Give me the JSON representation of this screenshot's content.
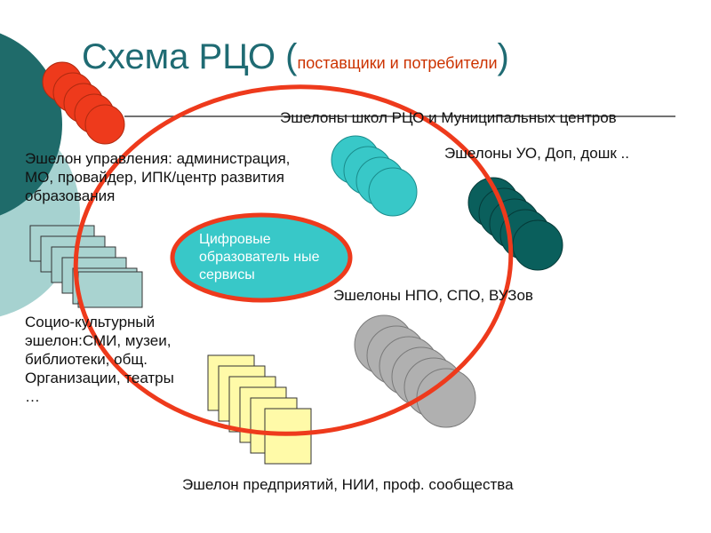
{
  "slide": {
    "title_main": "Схема РЦО (",
    "title_sub": "поставщики и потребители",
    "title_end": ")",
    "center_label": "Цифровые образователь ные сервисы",
    "labels": {
      "schools": "Эшелоны школ РЦО и Муниципальных центров",
      "uo": "Эшелоны  УО, Доп, дошк ..",
      "management": "Эшелон управления: администрация, МО, провайдер, ИПК/центр развития образования",
      "npo": "Эшелоны НПО, СПО, ВУЗов",
      "socio": "Социо-культурный эшелон:СМИ, музеи, библиотеки, общ. Организации, театры …",
      "enterprises": "Эшелон предприятий, НИИ, проф. сообщества"
    }
  },
  "colors": {
    "red": "#ee3a1c",
    "cyan": "#38c8c8",
    "teal": "#0a5f5c",
    "gray": "#b0b0b0",
    "light_teal": "#a9d3d0",
    "yellow": "#fffaa8",
    "title": "#1f6b73"
  }
}
